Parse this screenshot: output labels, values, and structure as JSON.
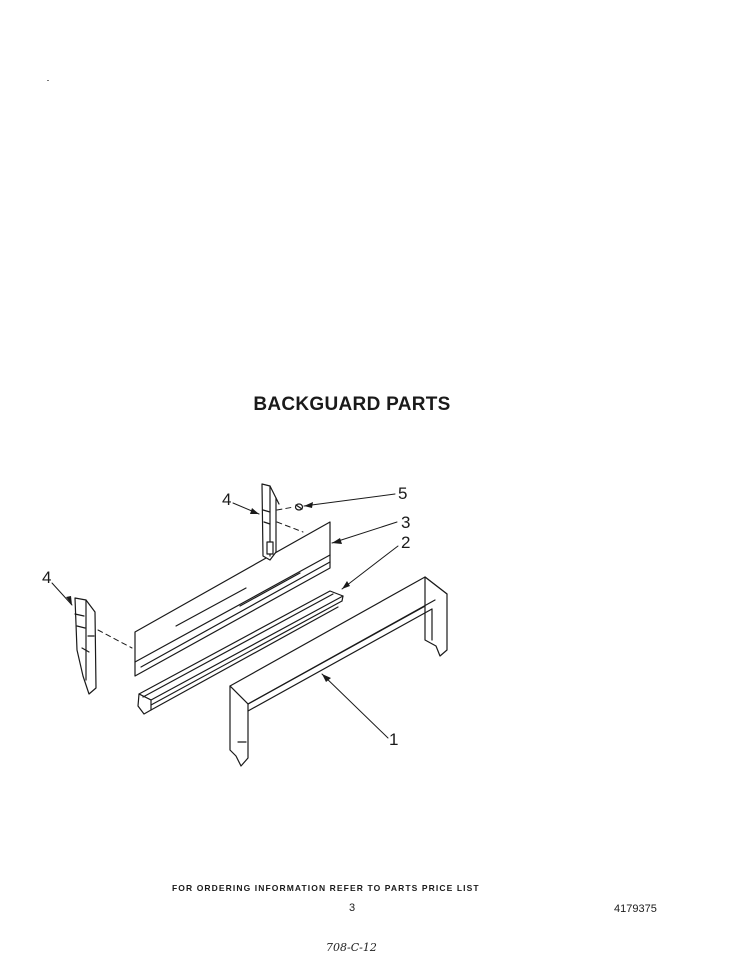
{
  "title": "BACKGUARD PARTS",
  "callouts": {
    "part_1": "1",
    "part_2": "2",
    "part_3": "3",
    "part_4_left": "4",
    "part_4_right": "4",
    "part_5": "5"
  },
  "footer": {
    "ordering_note": "FOR ORDERING INFORMATION REFER TO PARTS PRICE LIST",
    "page_number": "3",
    "document_number": "4179375",
    "handwritten_code": "708-C-12"
  }
}
